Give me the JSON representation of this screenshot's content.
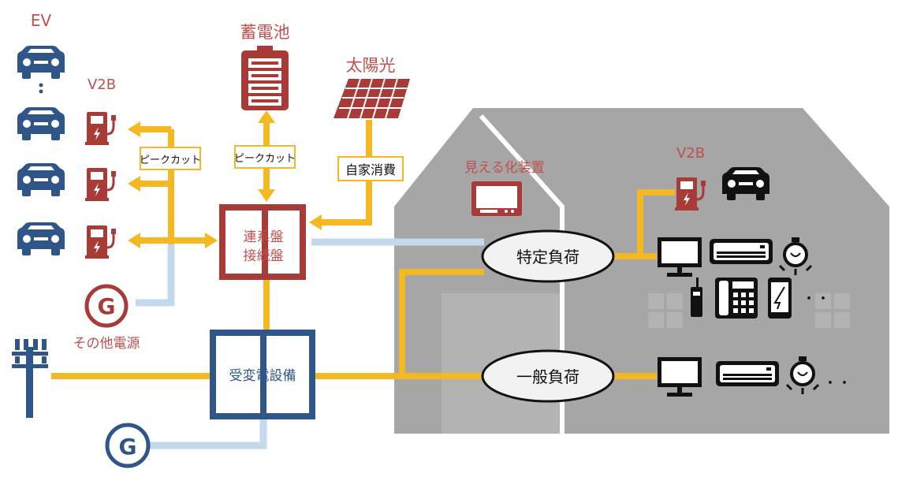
{
  "labels": {
    "ev": "EV",
    "v2b_left": "V2B",
    "battery": "蓄電池",
    "solar": "太陽光",
    "visualization": "見える化装置",
    "v2b_right": "V2B",
    "peak_cut_1": "ピークカット",
    "peak_cut_2": "ピークカット",
    "self_consumption": "自家消費",
    "interconnection_panel_line1": "連系盤",
    "interconnection_panel_line2": "接続盤",
    "substation": "受変電設備",
    "specific_load": "特定負荷",
    "general_load": "一般負荷",
    "other_power_source": "その他電源",
    "generator_symbol": "G",
    "ellipsis": "・・"
  },
  "colors": {
    "red": "#a83a38",
    "red_text": "#c0504d",
    "navy": "#2f5589",
    "yellow": "#f4b822",
    "light_blue": "#c4d8ee",
    "house_gray": "#a6a6a6",
    "black": "#111111"
  },
  "icons": [
    "car-icon",
    "v2b-charger-icon",
    "battery-icon",
    "solar-panel-icon",
    "monitor-icon",
    "air-conditioner-icon",
    "light-bulb-icon",
    "walkie-talkie-icon",
    "phone-icon",
    "smartphone-icon",
    "utility-pole-icon",
    "generator-icon"
  ]
}
